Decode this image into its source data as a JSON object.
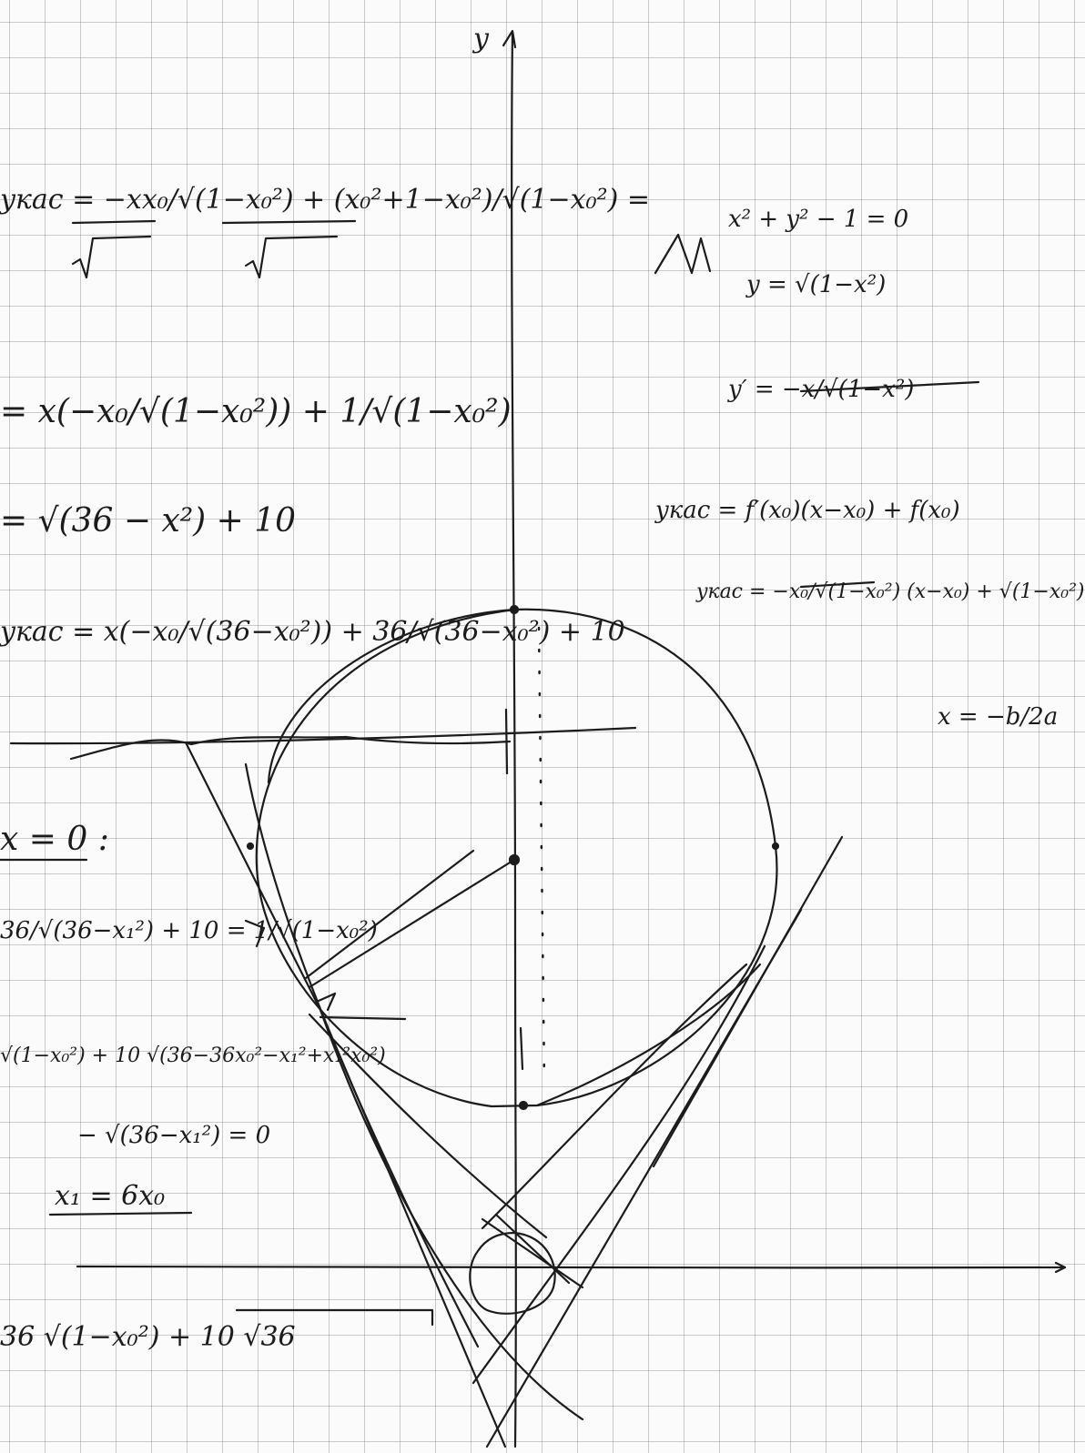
{
  "axis": {
    "y_label": "y",
    "x_label": ""
  },
  "left_notes": {
    "line1": "yкас = −xx₀/√(1−x₀²) + (x₀²+1−x₀²)/√(1−x₀²) =",
    "line2": "= x(−x₀/√(1−x₀²)) + 1/√(1−x₀²)",
    "line3": "= √(36 − x²) + 10",
    "line4": "yкас = x(−x₀/√(36−x₀²)) + 36/√(36−x₀²) + 10",
    "line5": "x = 0 :",
    "line6": "36/√(36−x₁²) + 10 = 1/√(1−x₀²)",
    "line7": "√(1−x₀²) + 10 √(36−36x₀²−x₁²+x₁²x₀²)",
    "line8": "− √(36−x₁²) = 0",
    "line9": "x₁ = 6x₀",
    "line10": "36 √(1−x₀²) + 10 √36"
  },
  "right_notes": {
    "eq_circle": "x² + y² − 1 = 0",
    "eq_y": "y = √(1−x²)",
    "eq_derivative": "y′ = −x/√(1−x²)",
    "eq_tangent_general": "yкас = f′(x₀)(x−x₀) + f(x₀)",
    "eq_tangent_specific": "yкас = −x₀/√(1−x₀²) (x−x₀) + √(1−x₀²)",
    "eq_vertex": "x = −b/2a"
  },
  "colors": {
    "paper": "#fbfbfb",
    "grid": "#9a9a9a",
    "ink": "#1c1c1c"
  }
}
